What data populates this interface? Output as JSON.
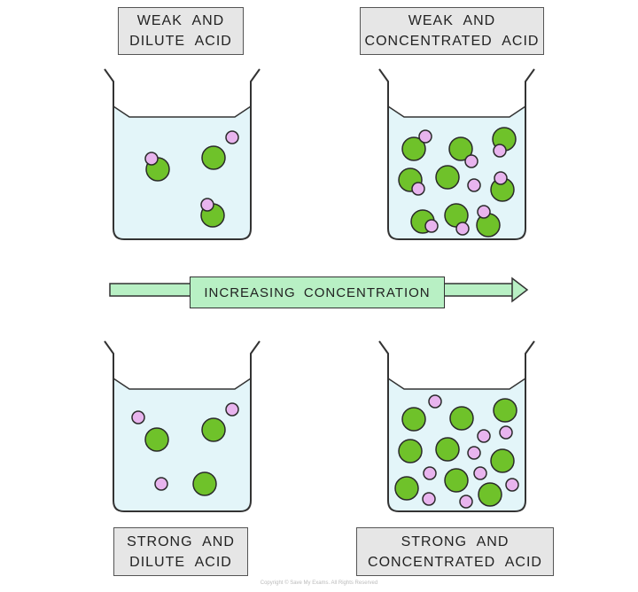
{
  "labels": {
    "top_left": [
      "WEAK AND",
      "DILUTE ACID"
    ],
    "top_right": [
      "WEAK AND",
      "CONCENTRATED ACID"
    ],
    "bottom_left": [
      "STRONG AND",
      "DILUTE ACID"
    ],
    "bottom_right": [
      "STRONG AND",
      "CONCENTRATED ACID"
    ]
  },
  "arrow_label": "INCREASING CONCENTRATION",
  "watermark": "Save My Exams",
  "copyright": "Copyright © Save My Exams. All Rights Reserved",
  "colors": {
    "liquid": "#e3f5f9",
    "acid_particle": "#6fc22a",
    "hydrogen_ion": "#e8b4ee",
    "arrow": "#b8f0c4"
  }
}
